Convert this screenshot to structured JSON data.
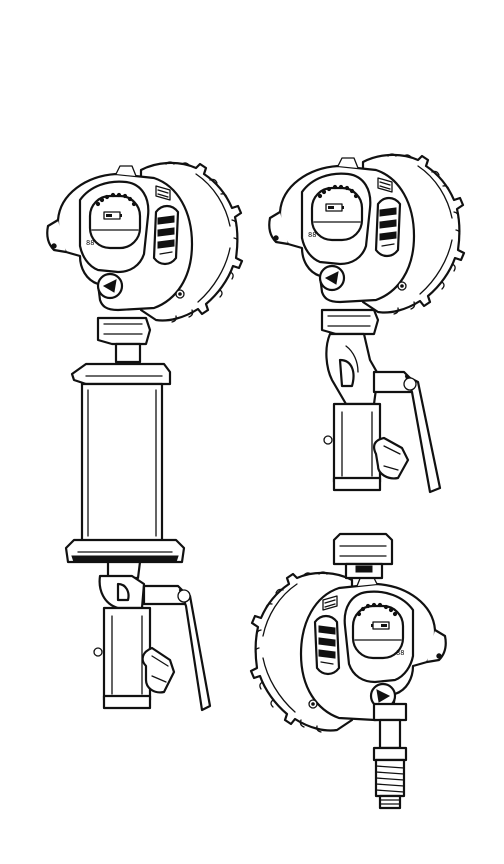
{
  "figure": {
    "background": "#ffffff",
    "line_color": "#111111",
    "illustrations": [
      {
        "id": "flash-head-with-battery-grip",
        "display_label": "88"
      },
      {
        "id": "flash-head-with-umbrella-mount",
        "display_label": "88"
      },
      {
        "id": "flash-head-with-spigot-adapter",
        "display_label": "88"
      }
    ]
  }
}
